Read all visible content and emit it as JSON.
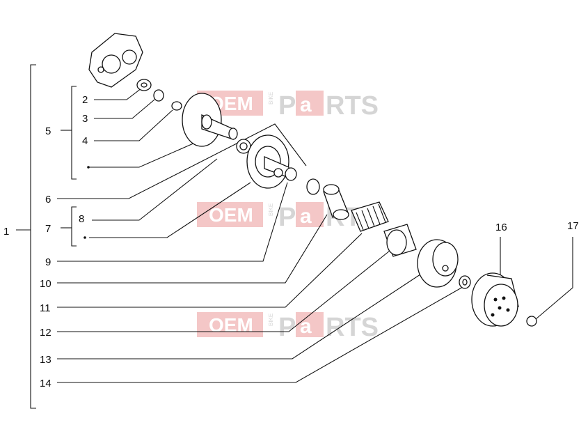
{
  "labels": {
    "n1": "1",
    "n2": "2",
    "n3": "3",
    "n4": "4",
    "n5": "5",
    "n6": "6",
    "n7": "7",
    "n8": "8",
    "n9": "9",
    "n10": "10",
    "n11": "11",
    "n12": "12",
    "n13": "13",
    "n14": "14",
    "n16": "16",
    "n17": "17"
  },
  "watermark": {
    "text_a": "OEM",
    "text_b": "BIKE",
    "text_c": "P",
    "text_d": "a",
    "text_e": "RTS",
    "color_red": "#e06060",
    "color_gray": "#8a8a8a"
  }
}
